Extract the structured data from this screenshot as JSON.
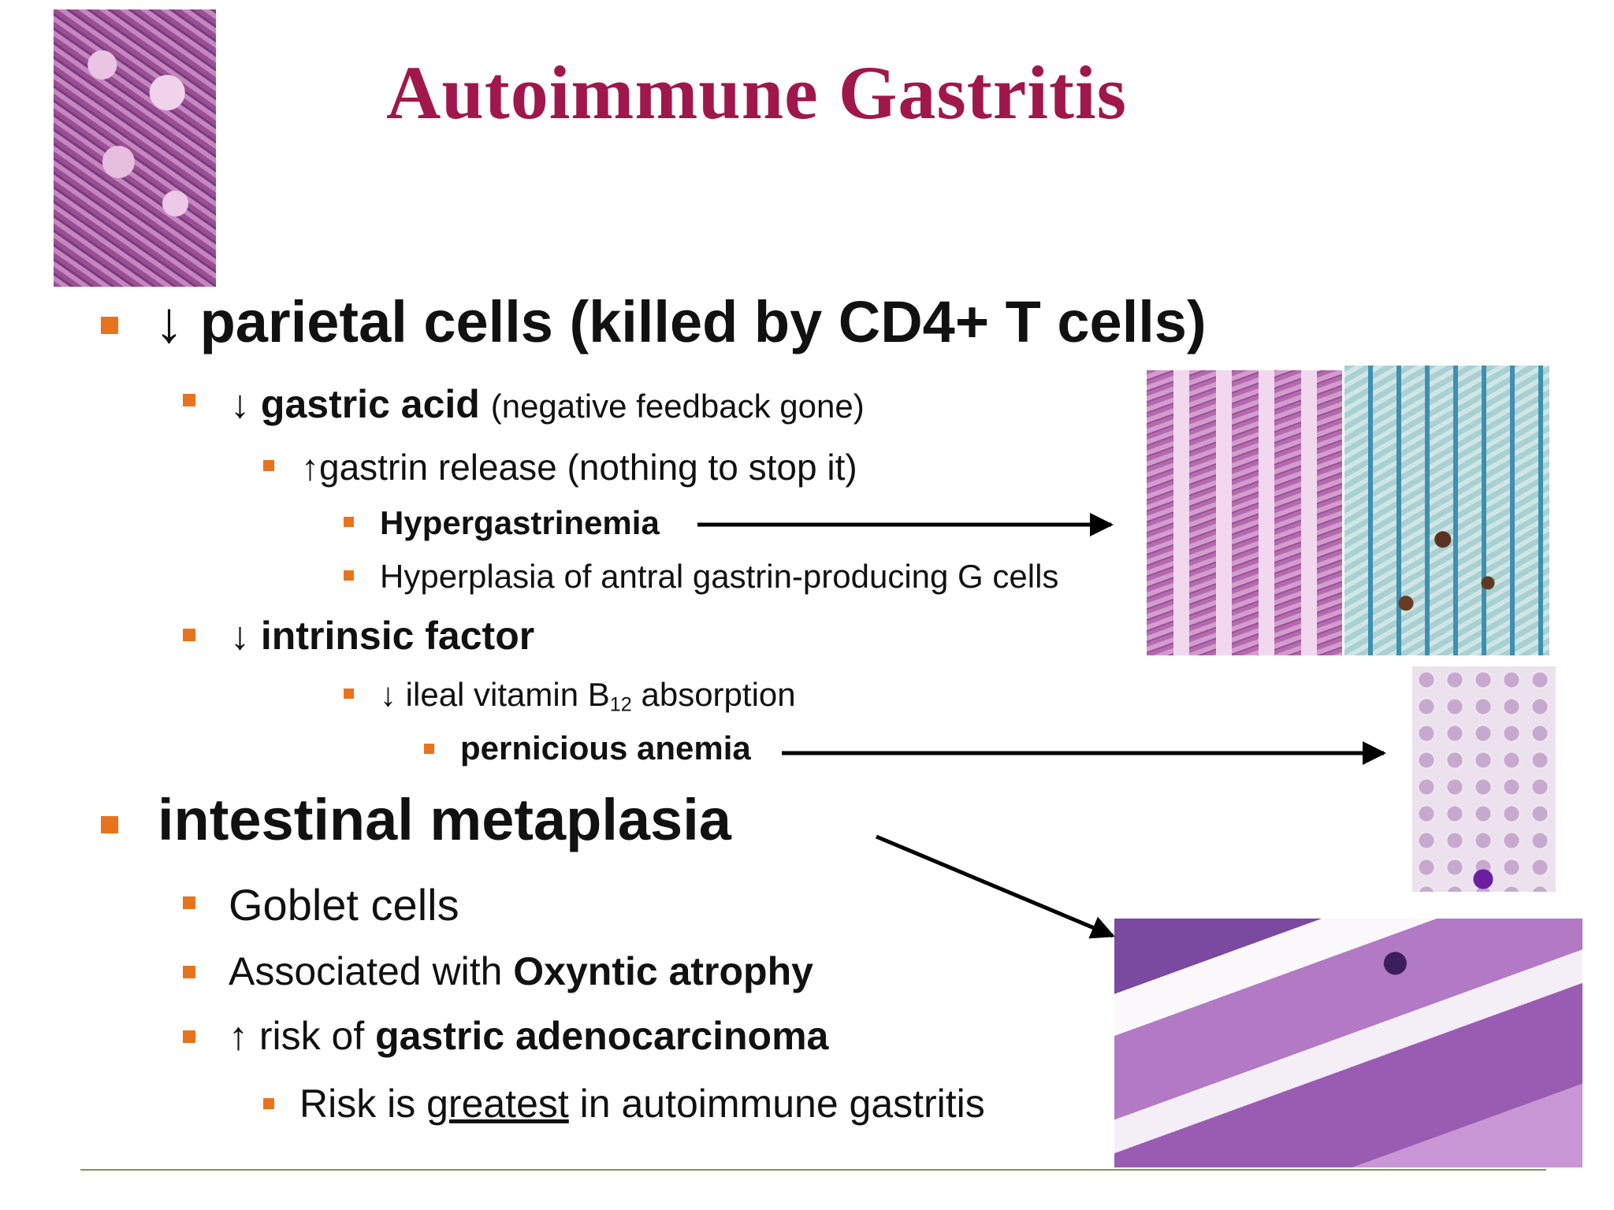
{
  "slide": {
    "title": "Autoimmune Gastritis",
    "bullets": {
      "b1_arrow": "↓",
      "b1_text": "parietal cells (killed by CD4+ T cells)",
      "b1a_arrow": "↓",
      "b1a_bold": "gastric acid",
      "b1a_rest": "(negative feedback gone)",
      "b1a1_arrow": "↑",
      "b1a1_text": "gastrin release (nothing to stop it)",
      "b1a1a_text": "Hypergastrinemia",
      "b1a1b_text": "Hyperplasia of antral gastrin-producing G cells",
      "b1b_arrow": "↓",
      "b1b_text": "intrinsic factor",
      "b1b1_arrow": "↓",
      "b1b1_pre": "ileal vitamin B",
      "b1b1_sub": "12",
      "b1b1_post": " absorption",
      "b1b1a_text": "pernicious anemia",
      "b2_text": "intestinal metaplasia",
      "b2a_text": "Goblet cells",
      "b2b_pre": "Associated with ",
      "b2b_bold": "Oxyntic atrophy",
      "b2c_arrow": "↑",
      "b2c_pre": " risk of ",
      "b2c_bold": "gastric adenocarcinoma",
      "b2c1_pre": "Risk is ",
      "b2c1_underline": "greatest",
      "b2c1_post": " in autoimmune gastritis"
    }
  },
  "colors": {
    "title": "#a0174c",
    "bullet": "#e8731d",
    "he_stain": "#b06aa8",
    "ihc_background": "#9fc6c8",
    "blood_smear": "#ebe2ee"
  },
  "images": {
    "top_left": "H&E gastric mucosa micrograph",
    "right_top_a": "H&E gastric body mucosa micrograph",
    "right_top_b": "immunohistochemistry micrograph",
    "blood_smear": "peripheral blood smear",
    "metaplasia": "intestinal metaplasia H&E micrograph"
  }
}
